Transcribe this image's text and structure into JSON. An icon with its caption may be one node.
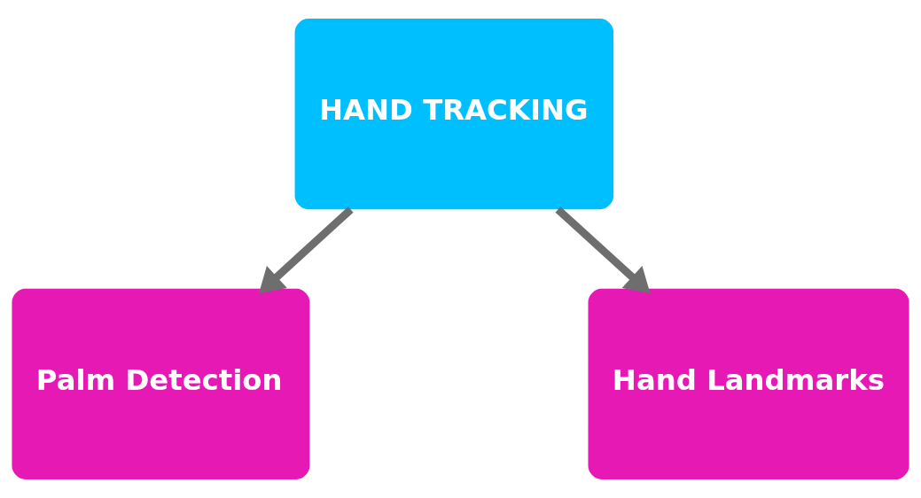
{
  "diagram": {
    "nodes": [
      {
        "text": [
          "HAND TRACKING"
        ]
      },
      {
        "text": [
          "Palm Detection"
        ]
      },
      {
        "text": [
          "Hand Landmarks"
        ]
      }
    ],
    "edges": [
      {
        "from": 0,
        "to": 1,
        "arrow": "to"
      },
      {
        "from": 0,
        "to": 2,
        "arrow": "to"
      }
    ]
  }
}
